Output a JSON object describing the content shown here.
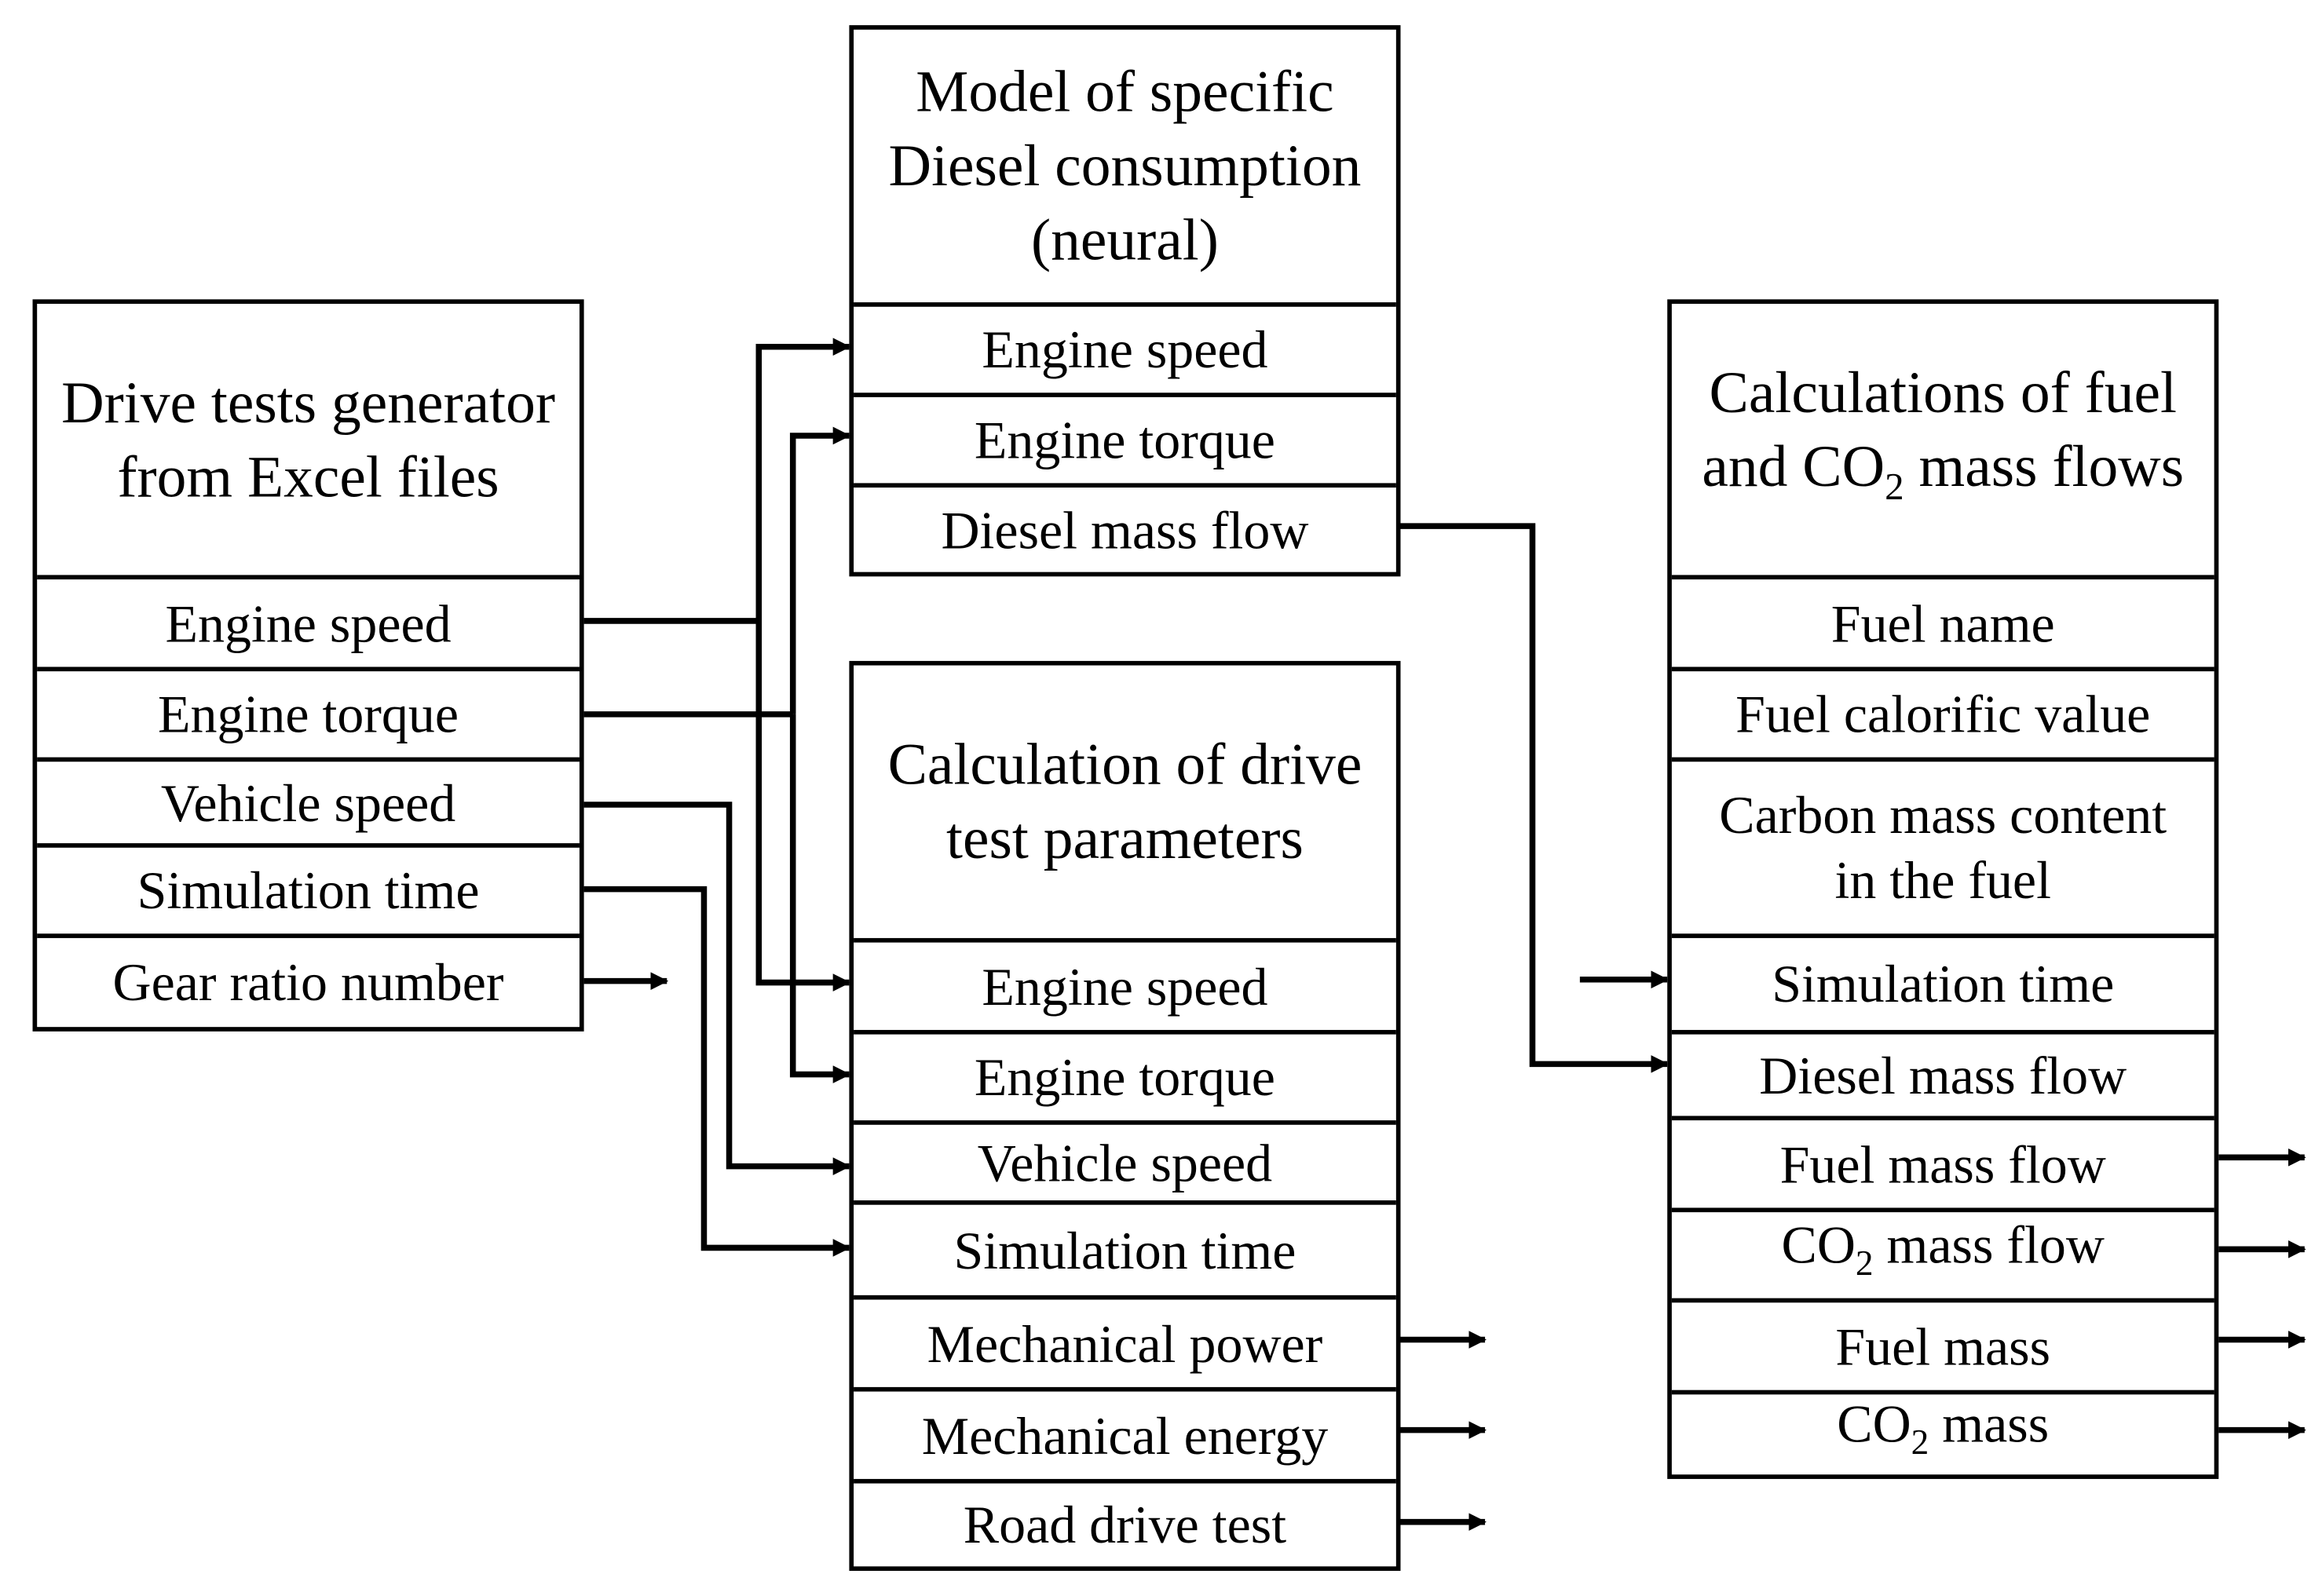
{
  "blocks": {
    "generator": {
      "title": "Drive tests generator\nfrom Excel files",
      "ports": [
        "Engine speed",
        "Engine torque",
        "Vehicle speed",
        "Simulation time",
        "Gear ratio number"
      ]
    },
    "neural": {
      "title": "Model of specific\nDiesel consumption\n(neural)",
      "ports": [
        "Engine speed",
        "Engine torque",
        "Diesel mass flow"
      ]
    },
    "params": {
      "title": "Calculation of drive\ntest parameters",
      "ports": [
        "Engine speed",
        "Engine torque",
        "Vehicle speed",
        "Simulation time",
        "Mechanical power",
        "Mechanical energy",
        "Road drive test"
      ]
    },
    "co2": {
      "title_pre": "Calculations of fuel\nand CO",
      "title_sub": "2",
      "title_post": " mass flows",
      "ports": [
        "Fuel name",
        "Fuel calorific value",
        "Carbon mass content\nin the fuel",
        "Simulation time",
        "Diesel mass flow",
        "Fuel mass flow"
      ],
      "co2_flow": {
        "pre": "CO",
        "sub": "2",
        "post": " mass flow"
      },
      "fuel_mass": "Fuel mass",
      "co2_mass": {
        "pre": "CO",
        "sub": "2",
        "post": " mass"
      }
    }
  },
  "colors": {
    "line": "#000000",
    "background": "#ffffff"
  }
}
